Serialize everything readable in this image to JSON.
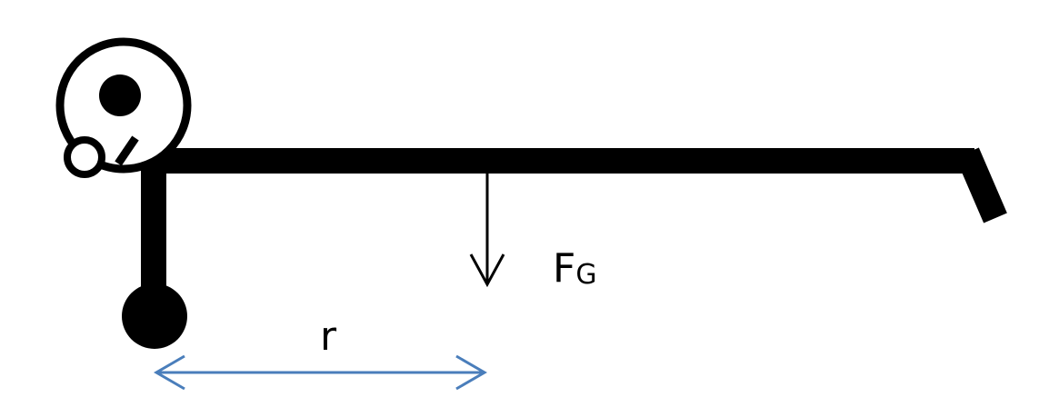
{
  "labels": {
    "force_main": "F",
    "force_subscript": "G",
    "distance": "r"
  },
  "colors": {
    "structure": "#000000",
    "distance_arrow": "#4a7ebb",
    "background": "#ffffff"
  }
}
